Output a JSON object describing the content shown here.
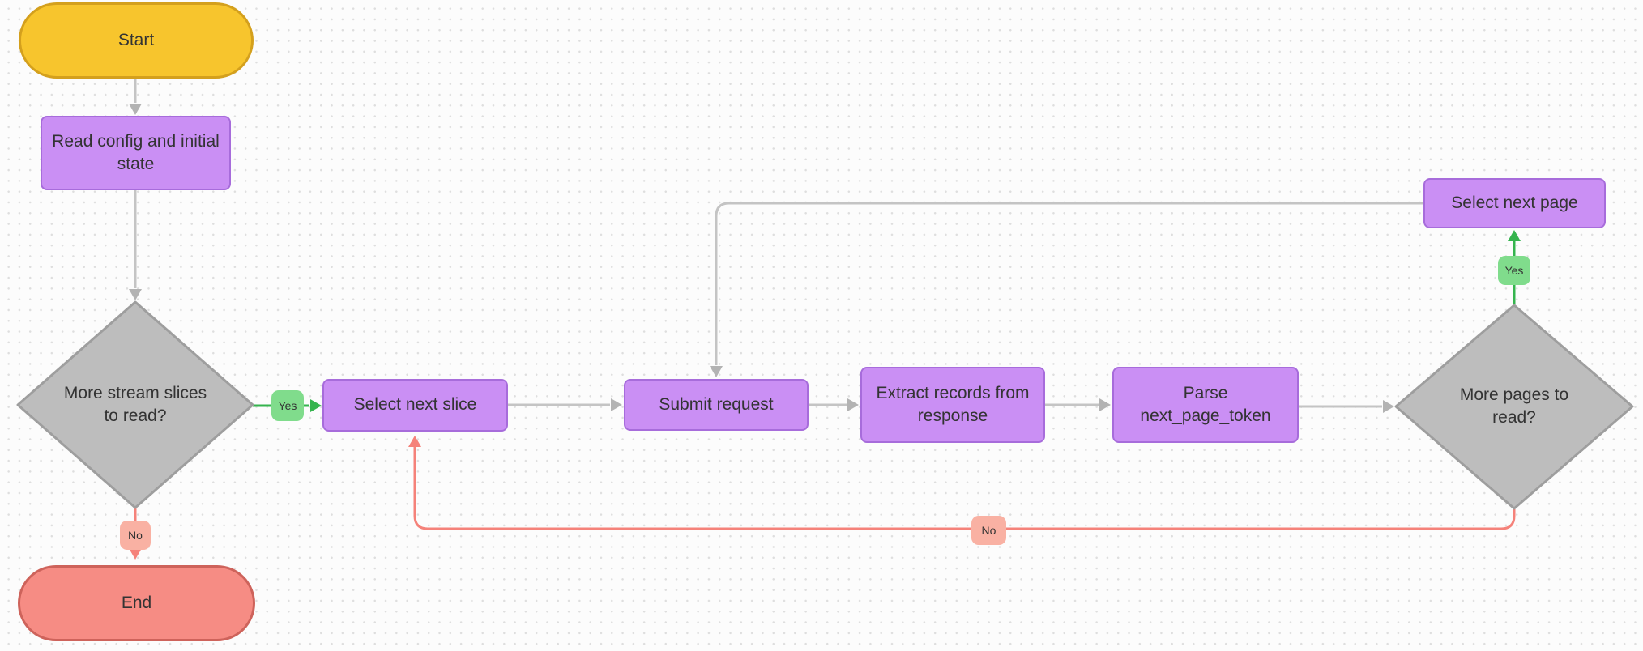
{
  "diagram": {
    "nodes": {
      "start": {
        "label": "Start",
        "type": "terminal-start"
      },
      "read_config": {
        "label": "Read config and initial state",
        "type": "process"
      },
      "more_slices": {
        "label": "More stream slices to read?",
        "type": "decision"
      },
      "select_next_slice": {
        "label": "Select next slice",
        "type": "process"
      },
      "submit_request": {
        "label": "Submit request",
        "type": "process"
      },
      "extract_records": {
        "label": "Extract records from response",
        "type": "process"
      },
      "parse_token": {
        "label": "Parse next_page_token",
        "type": "process"
      },
      "more_pages": {
        "label": "More pages to read?",
        "type": "decision"
      },
      "select_next_page": {
        "label": "Select next page",
        "type": "process"
      },
      "end": {
        "label": "End",
        "type": "terminal-end"
      }
    },
    "edge_labels": {
      "slices_yes": "Yes",
      "slices_no": "No",
      "pages_yes": "Yes",
      "pages_no": "No"
    },
    "colors": {
      "start_fill": "#F7C52D",
      "start_border": "#D4A01D",
      "end_fill": "#F68C84",
      "end_border": "#CE635B",
      "process_fill": "#CA8FF4",
      "process_border": "#A76CDB",
      "decision_fill": "#BDBDBD",
      "decision_border": "#9E9E9E",
      "yes_badge_fill": "#80DC8C",
      "no_badge_fill": "#F9B1A3",
      "yes_line": "#35B44E",
      "no_line": "#F5827A",
      "gray_line": "#C4C4C4",
      "gray_arrow": "#B3B3B3",
      "text": "#333333"
    }
  }
}
